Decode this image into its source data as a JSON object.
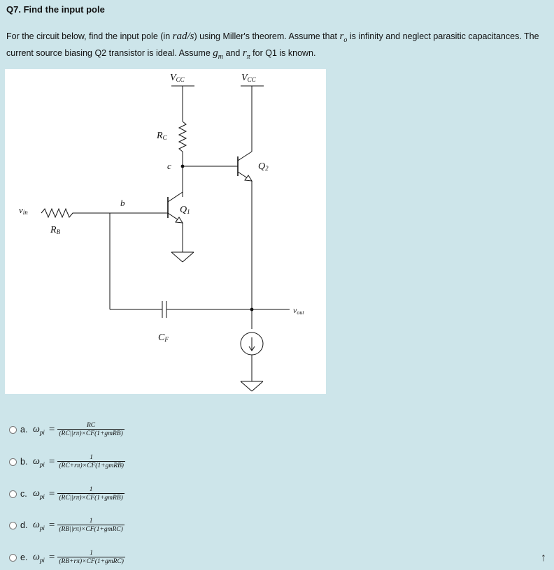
{
  "question": {
    "title": "Q7. Find the input pole",
    "prompt_parts": {
      "p1": "For the circuit below, find the input pole (in ",
      "unit": "rad/s",
      "p2": ") using Miller's theorem. Assume that ",
      "ro": "r",
      "ro_sub": "o",
      "p3": " is infinity and neglect parasitic capacitances. The current source biasing Q2 transistor is ideal. Assume ",
      "gm": "g",
      "gm_sub": "m",
      "p4": " and ",
      "rpi": "r",
      "rpi_sub": "π",
      "p5": " for Q1 is known."
    }
  },
  "circuit": {
    "labels": {
      "vcc1_main": "V",
      "vcc1_sub": "CC",
      "vcc2_main": "V",
      "vcc2_sub": "CC",
      "rc_main": "R",
      "rc_sub": "C",
      "node_c": "c",
      "q2_main": "Q",
      "q2_sub": "2",
      "node_b": "b",
      "q1_main": "Q",
      "q1_sub": "1",
      "vin_main": "v",
      "vin_sub": "in",
      "rb_main": "R",
      "rb_sub": "B",
      "vout_main": "v",
      "vout_sub": "out",
      "cf_main": "C",
      "cf_sub": "F"
    }
  },
  "options": [
    {
      "letter": "a.",
      "lhs": "ω",
      "lhs_sub": "pi",
      "equals": "=",
      "num": "RC",
      "den": "(RC||rπ)×CF(1+gmRB)"
    },
    {
      "letter": "b.",
      "lhs": "ω",
      "lhs_sub": "pi",
      "equals": "=",
      "num": "1",
      "den": "(RC+rπ)×CF(1+gmRB)"
    },
    {
      "letter": "c.",
      "lhs": "ω",
      "lhs_sub": "pi",
      "equals": "=",
      "num": "1",
      "den": "(RC||rπ)×CF(1+gmRB)"
    },
    {
      "letter": "d.",
      "lhs": "ω",
      "lhs_sub": "pi",
      "equals": "=",
      "num": "1",
      "den": "(RB||rπ)×CF(1+gmRC)"
    },
    {
      "letter": "e.",
      "lhs": "ω",
      "lhs_sub": "pi",
      "equals": "=",
      "num": "1",
      "den": "(RB+rπ)×CF(1+gmRC)"
    }
  ],
  "icons": {
    "scroll_top": "arrow-up-icon",
    "scroll_top_glyph": "↑"
  }
}
